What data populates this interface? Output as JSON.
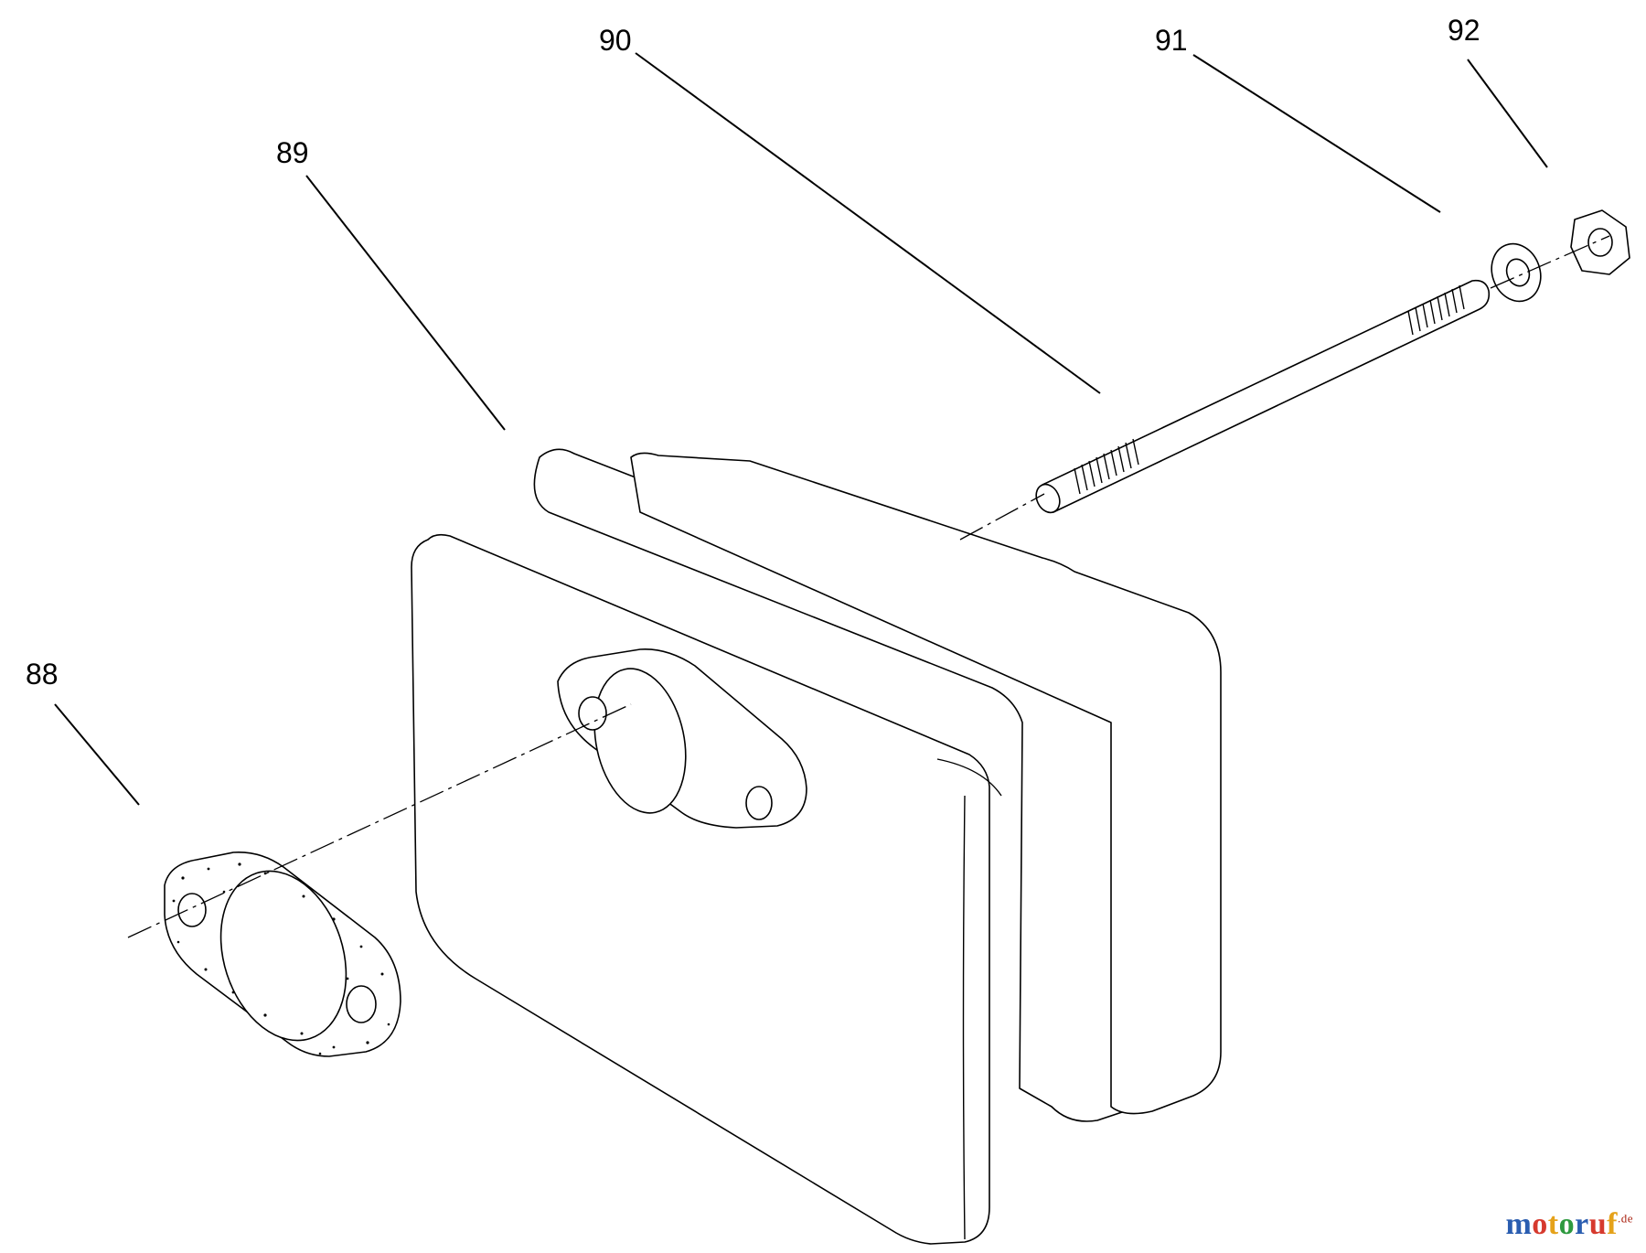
{
  "callouts": [
    {
      "id": "88",
      "label": "88"
    },
    {
      "id": "89",
      "label": "89"
    },
    {
      "id": "90",
      "label": "90"
    },
    {
      "id": "91",
      "label": "91"
    },
    {
      "id": "92",
      "label": "92"
    }
  ],
  "watermark": {
    "letters": [
      "m",
      "o",
      "t",
      "o",
      "r",
      "u",
      "f"
    ],
    "letter_colors": [
      "#2a5db0",
      "#d63a2e",
      "#e5a21a",
      "#2e9a3f",
      "#2a5db0",
      "#d63a2e",
      "#e5a21a"
    ],
    "domain": ".de"
  },
  "colors": {
    "lines": "#000000",
    "background": "#ffffff"
  }
}
